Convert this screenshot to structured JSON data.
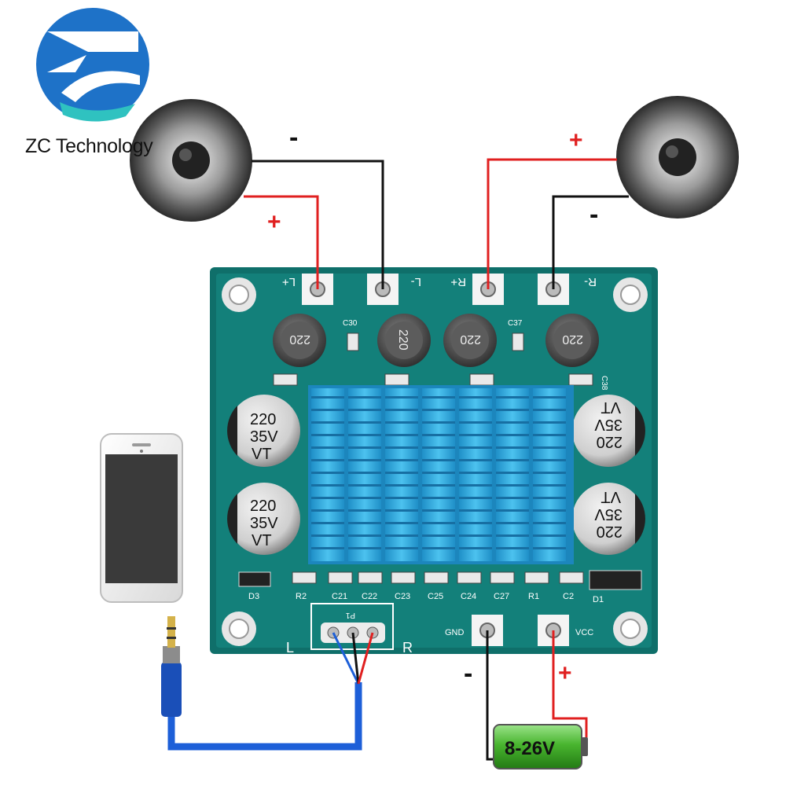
{
  "brand": {
    "name": "ZC Technology"
  },
  "speaker_left": {
    "minus_label": "-",
    "plus_label": "+"
  },
  "speaker_right": {
    "plus_label": "+",
    "minus_label": "-"
  },
  "board": {
    "terminals": {
      "l_plus": "L+",
      "l_minus": "L-",
      "r_plus": "R+",
      "r_minus": "R-",
      "gnd": "GND",
      "vcc": "VCC"
    },
    "inductor_value": "220",
    "caps_top": [
      "C30",
      "C37"
    ],
    "cap_c38": "C38",
    "electrolytic": {
      "value": "220",
      "voltage": "35V",
      "series": "VT"
    },
    "bottom_labels": [
      "R2",
      "C21",
      "C22",
      "C23",
      "C25",
      "C24",
      "C27",
      "R1",
      "C2"
    ],
    "diodes": [
      "D3",
      "D1"
    ],
    "input_l": "L",
    "input_r": "R",
    "jack_label": "P1"
  },
  "power": {
    "minus_label": "-",
    "plus_label": "+",
    "battery_label": "8-26V"
  },
  "colors": {
    "pcb": "#0f6f6a",
    "heatsink": "#2aa7dc",
    "wire_red": "#e02020",
    "wire_black": "#111111",
    "cable_blue": "#1d5fd8",
    "battery_green": "#3fae2a"
  }
}
